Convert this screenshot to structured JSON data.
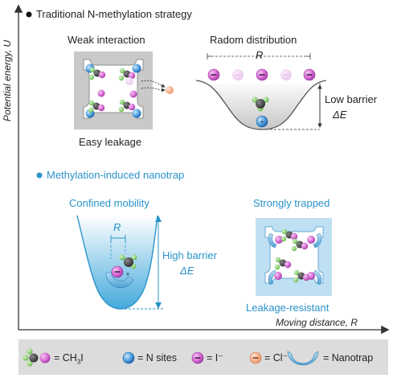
{
  "axis": {
    "y_label": "Potential energy, U",
    "x_label": "Moving distance, R"
  },
  "section1": {
    "title": "Traditional N-methylation strategy",
    "left_caption": "Weak interaction",
    "left_bottom": "Easy leakage",
    "right_caption": "Radom distribution",
    "distance_label": "R",
    "barrier_line1": "Low barrier",
    "barrier_line2": "ΔE"
  },
  "section2": {
    "title": "Methylation-induced nanotrap",
    "left_caption": "Confined mobility",
    "distance_label": "R",
    "barrier_line1": "High barrier",
    "barrier_line2": "ΔE",
    "right_caption": "Strongly trapped",
    "right_bottom": "Leakage-resistant"
  },
  "legend": {
    "ch3i": "= CH",
    "ch3i_sub": "3",
    "ch3i_tail": "I",
    "n_sites": "= N sites",
    "iodide": "= I⁻",
    "chloride": "= Cl⁻",
    "nanotrap": "= Nanotrap"
  },
  "colors": {
    "accent_blue": "#2a93c9",
    "iodide": "#c44fc4",
    "chloride": "#f3a37a",
    "n_site": "#3b8fd6"
  }
}
